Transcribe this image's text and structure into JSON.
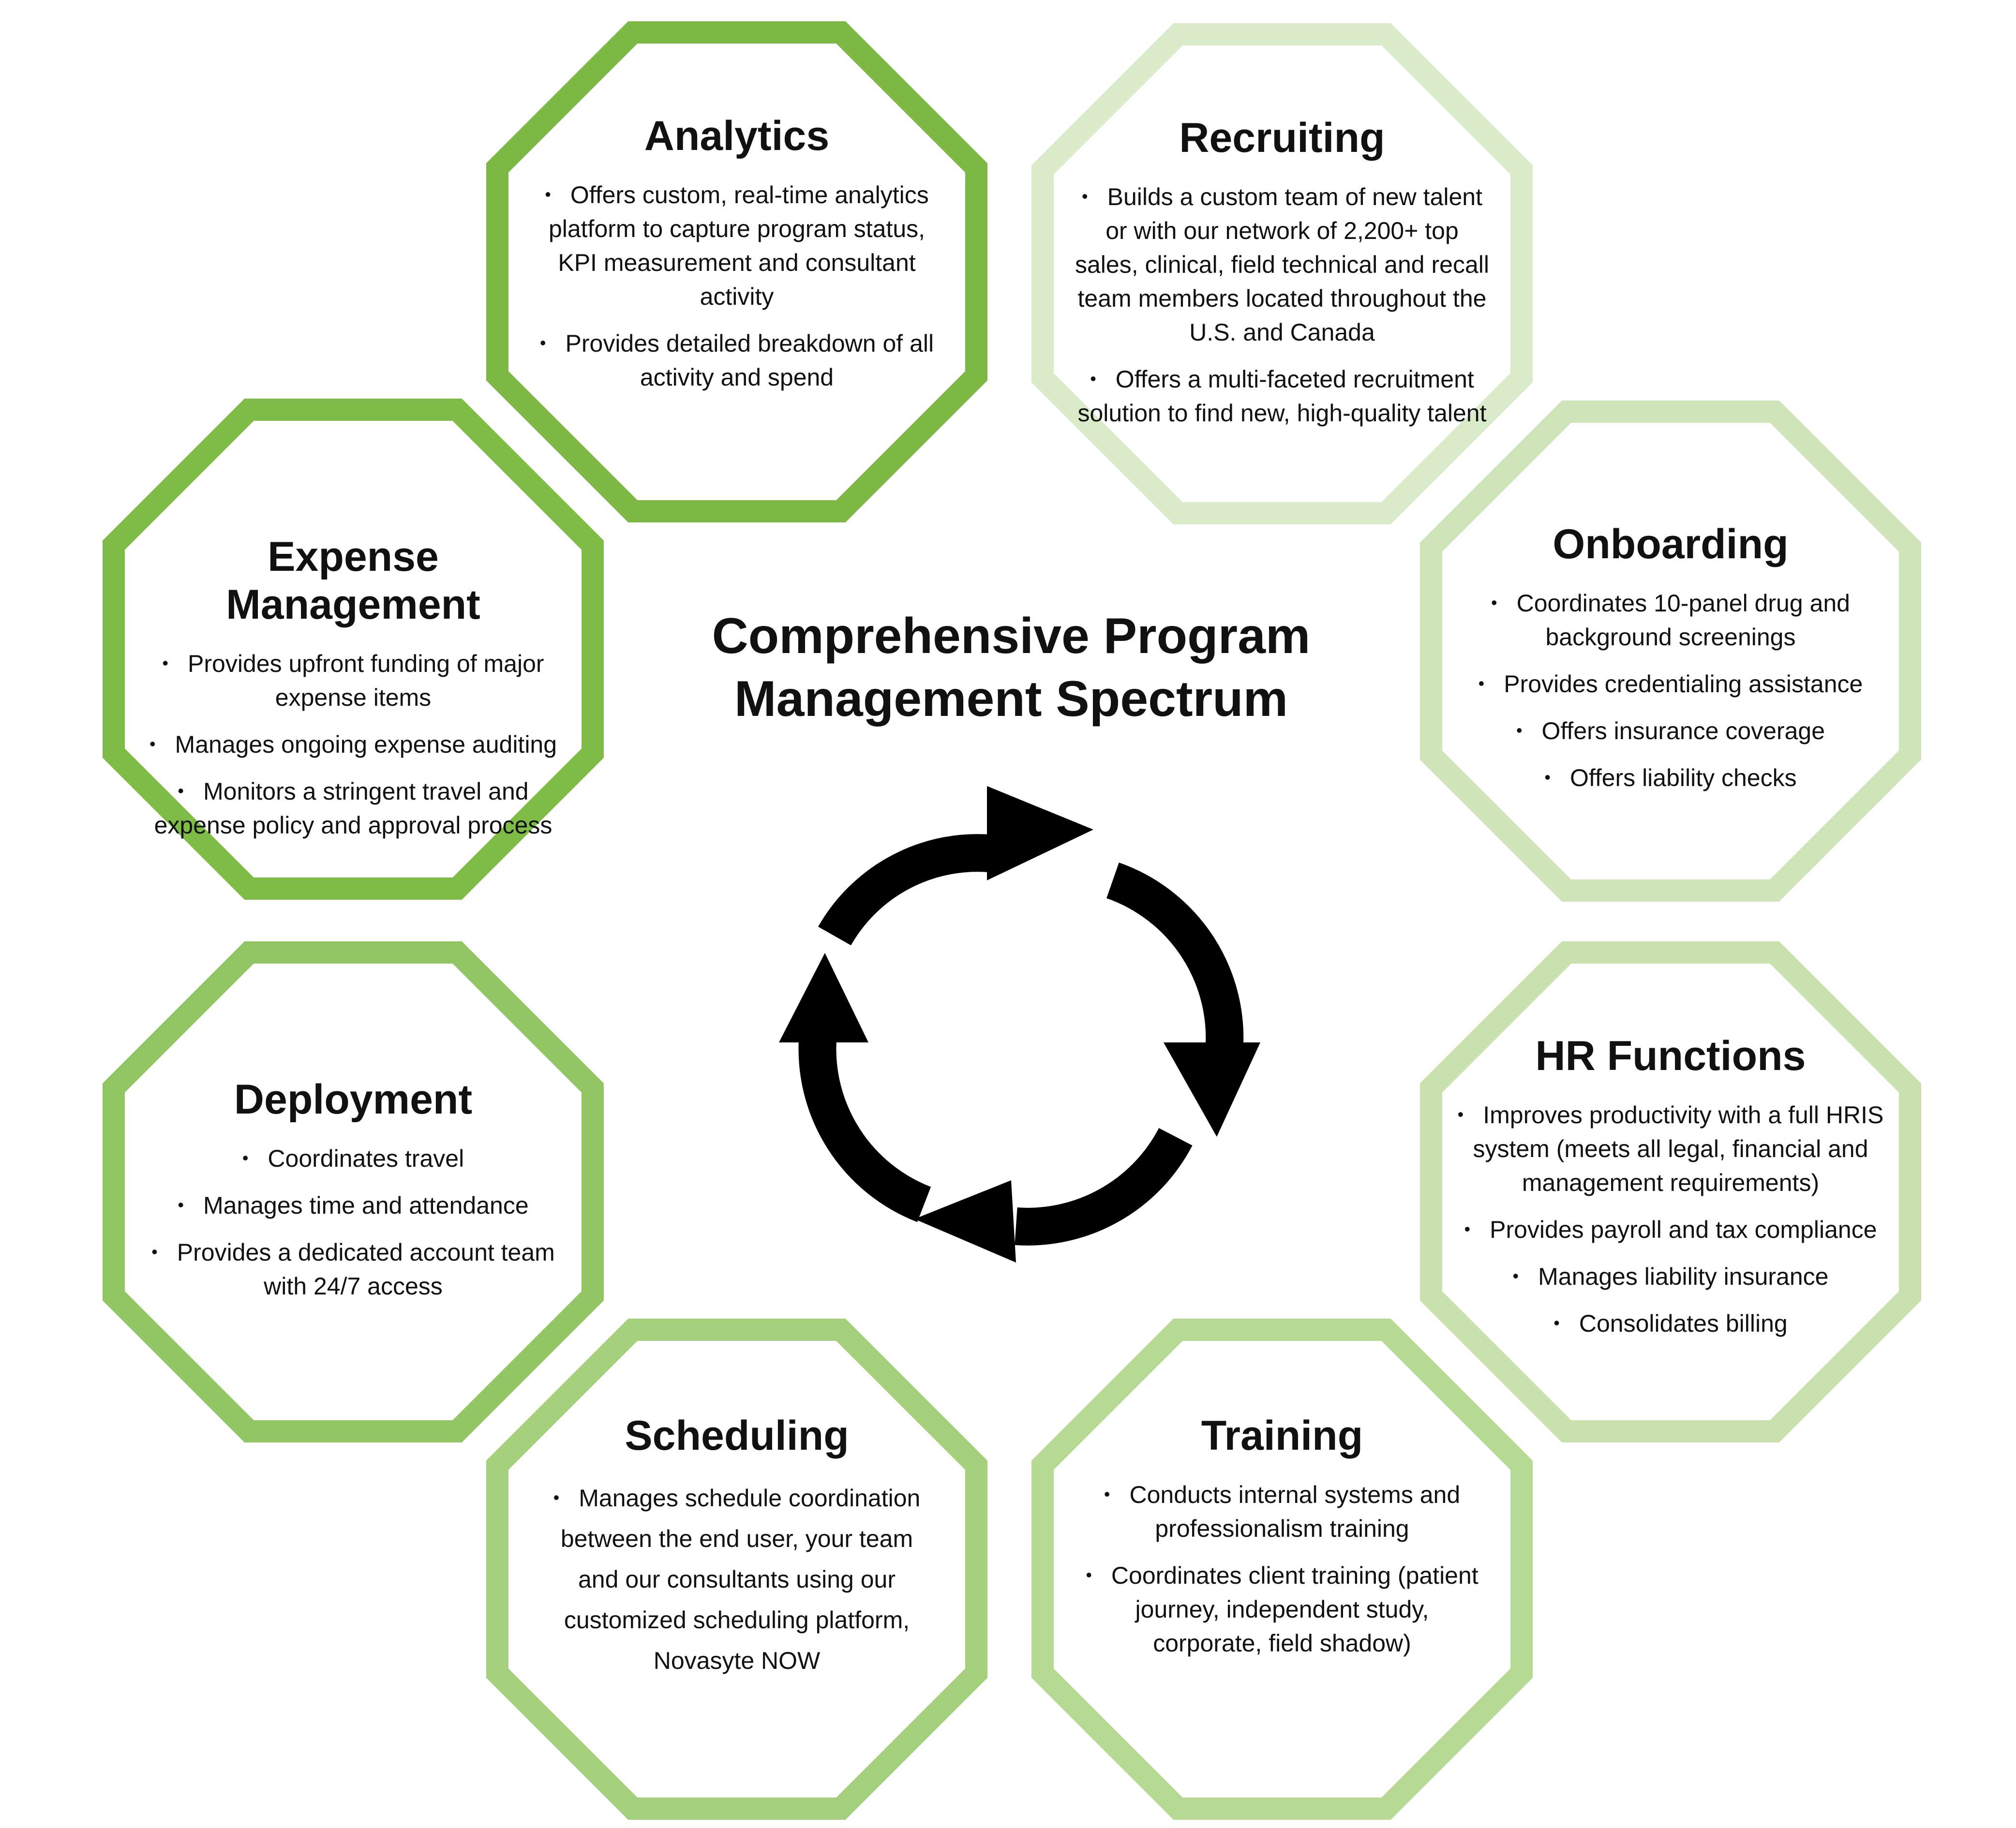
{
  "title": {
    "line1": "Comprehensive Program",
    "line2": "Management Spectrum"
  },
  "colors": {
    "analytics": "#7cb843",
    "recruiting": "#d9ebc9",
    "expense": "#7fbc47",
    "onboarding": "#cfe5b9",
    "deployment": "#92c665",
    "hr": "#c8e1ae",
    "scheduling": "#a5d07b",
    "training": "#b6d993",
    "arrows": "#000000"
  },
  "icons": {
    "cycle": "circular-arrows-icon",
    "bullet": "bullet-dot"
  },
  "boxes": [
    {
      "key": "analytics",
      "title": "Analytics",
      "items": [
        "Offers custom, real-time analytics platform to capture program status, KPI measurement and consultant activity",
        "Provides detailed breakdown of all activity and spend"
      ]
    },
    {
      "key": "recruiting",
      "title": "Recruiting",
      "items": [
        "Builds a custom team of new talent or with our network of 2,200+ top sales, clinical, field technical and recall team members located throughout the U.S. and Canada",
        "Offers a multi-faceted recruitment solution to find new, high-quality talent"
      ]
    },
    {
      "key": "expense",
      "title": "Expense Management",
      "items": [
        "Provides upfront funding of major expense items",
        "Manages ongoing expense auditing",
        "Monitors a stringent travel and expense policy and approval process"
      ]
    },
    {
      "key": "onboarding",
      "title": "Onboarding",
      "items": [
        "Coordinates 10-panel drug and background screenings",
        "Provides credentialing assistance",
        "Offers insurance coverage",
        "Offers liability checks"
      ]
    },
    {
      "key": "deployment",
      "title": "Deployment",
      "items": [
        "Coordinates travel",
        "Manages time and attendance",
        "Provides a dedicated account team with 24/7 access"
      ]
    },
    {
      "key": "hr",
      "title": "HR Functions",
      "items": [
        "Improves productivity with a full HRIS system (meets all legal, financial and management requirements)",
        "Provides payroll and tax compliance",
        "Manages liability insurance",
        "Consolidates billing"
      ]
    },
    {
      "key": "scheduling",
      "title": "Scheduling",
      "items": [
        "Manages schedule coordination between the end user, your team and our consultants using our customized scheduling platform, Novasyte NOW"
      ]
    },
    {
      "key": "training",
      "title": "Training",
      "items": [
        "Conducts internal systems and professionalism training",
        "Coordinates client training (patient journey, independent study, corporate, field shadow)"
      ]
    }
  ]
}
